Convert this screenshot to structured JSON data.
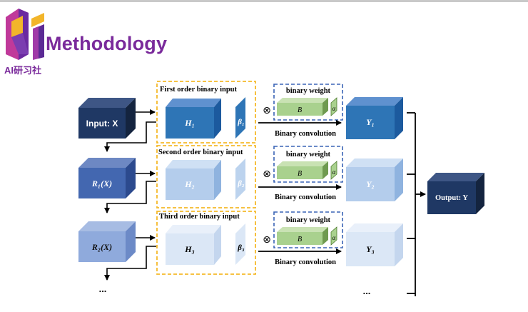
{
  "header": {
    "brand_title": "Methodology",
    "brand_subtitle": "AI研习社"
  },
  "diagram": {
    "input_label": "Input: X",
    "residual_1": "R₁(X)",
    "residual_2": "R₂(X)",
    "left_ellipsis": "...",
    "right_ellipsis": "...",
    "orders": [
      {
        "title": "First order binary input",
        "h_label": "H₁",
        "beta_label": "β₁",
        "weight_title": "binary weight",
        "b_label": "B",
        "alpha_label": "α",
        "conv_label": "Binary convolution",
        "y_label": "Y₁",
        "multiply_symbol": "⊗"
      },
      {
        "title": "Second order binary input",
        "h_label": "H₂",
        "beta_label": "β₂",
        "weight_title": "binary weight",
        "b_label": "B",
        "alpha_label": "α",
        "conv_label": "Binary convolution",
        "y_label": "Y₂",
        "multiply_symbol": "⊗"
      },
      {
        "title": "Third order binary input",
        "h_label": "H₃",
        "beta_label": "β₃",
        "weight_title": "binary weight",
        "b_label": "B",
        "alpha_label": "α",
        "conv_label": "Binary convolution",
        "y_label": "Y₃",
        "multiply_symbol": "⊗"
      }
    ],
    "output_label": "Output: Y"
  },
  "colors": {
    "brand_purple": "#7a2a9b",
    "dashed_orange": "#f5b92a",
    "dashed_blue": "#3a64b5",
    "weight_green": "#a8d08d",
    "dark_navy": "#1f3864"
  }
}
